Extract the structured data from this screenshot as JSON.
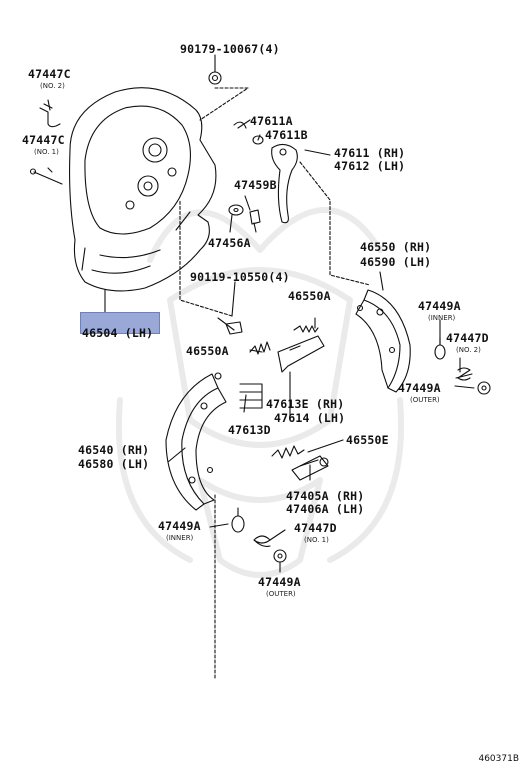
{
  "parts": {
    "p90179": {
      "number": "90179-10067",
      "qty": "(4)"
    },
    "p47447c_2": {
      "number": "47447C",
      "note": "(NO. 2)"
    },
    "p47447c_1": {
      "number": "47447C",
      "note": "(NO. 1)"
    },
    "p47611a": {
      "number": "47611A"
    },
    "p47611b": {
      "number": "47611B"
    },
    "p47611": {
      "number": "47611",
      "side": "(RH)"
    },
    "p47612": {
      "number": "47612",
      "side": "(LH)"
    },
    "p47459b": {
      "number": "47459B"
    },
    "p47456a": {
      "number": "47456A"
    },
    "p46550": {
      "number": "46550",
      "side": "(RH)"
    },
    "p46590": {
      "number": "46590",
      "side": "(LH)"
    },
    "p90119": {
      "number": "90119-10550",
      "qty": "(4)"
    },
    "p46550a_top": {
      "number": "46550A"
    },
    "p46504": {
      "number": "46504",
      "side": "(LH)"
    },
    "p47449a_inner_r": {
      "number": "47449A",
      "note": "(INNER)"
    },
    "p47447d_2": {
      "number": "47447D",
      "note": "(NO. 2)"
    },
    "p47449a_outer_r": {
      "number": "47449A",
      "note": "(OUTER)"
    },
    "p46550a_mid": {
      "number": "46550A"
    },
    "p47613e": {
      "number": "47613E",
      "side": "(RH)"
    },
    "p47614": {
      "number": "47614",
      "side": "(LH)"
    },
    "p47613d": {
      "number": "47613D"
    },
    "p46550e": {
      "number": "46550E"
    },
    "p46540": {
      "number": "46540",
      "side": "(RH)"
    },
    "p46580": {
      "number": "46580",
      "side": "(LH)"
    },
    "p47405a": {
      "number": "47405A",
      "side": "(RH)"
    },
    "p47406a": {
      "number": "47406A",
      "side": "(LH)"
    },
    "p47449a_inner_l": {
      "number": "47449A",
      "note": "(INNER)"
    },
    "p47447d_1": {
      "number": "47447D",
      "note": "(NO. 1)"
    },
    "p47449a_outer_l": {
      "number": "47449A",
      "note": "(OUTER)"
    }
  },
  "figure_id": "460371B"
}
